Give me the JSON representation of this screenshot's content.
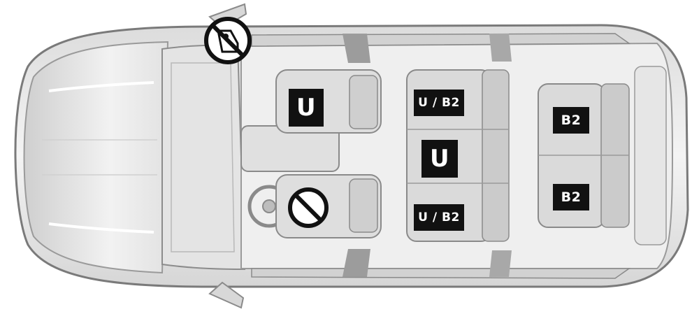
{
  "seat_labels": {
    "front_right": "U",
    "second_row_left": "U / B2",
    "second_row_center": "U",
    "second_row_right": "U / B2",
    "third_row_left": "B2",
    "third_row_right": "B2"
  },
  "icons": {
    "front_left_seat": "prohibited-icon",
    "airbag_warning": "no-rear-facing-child-seat-icon"
  },
  "colors": {
    "label_bg": "#111111",
    "label_text": "#ffffff",
    "body_line": "#8a8a8a",
    "body_fill": "#ececec"
  }
}
